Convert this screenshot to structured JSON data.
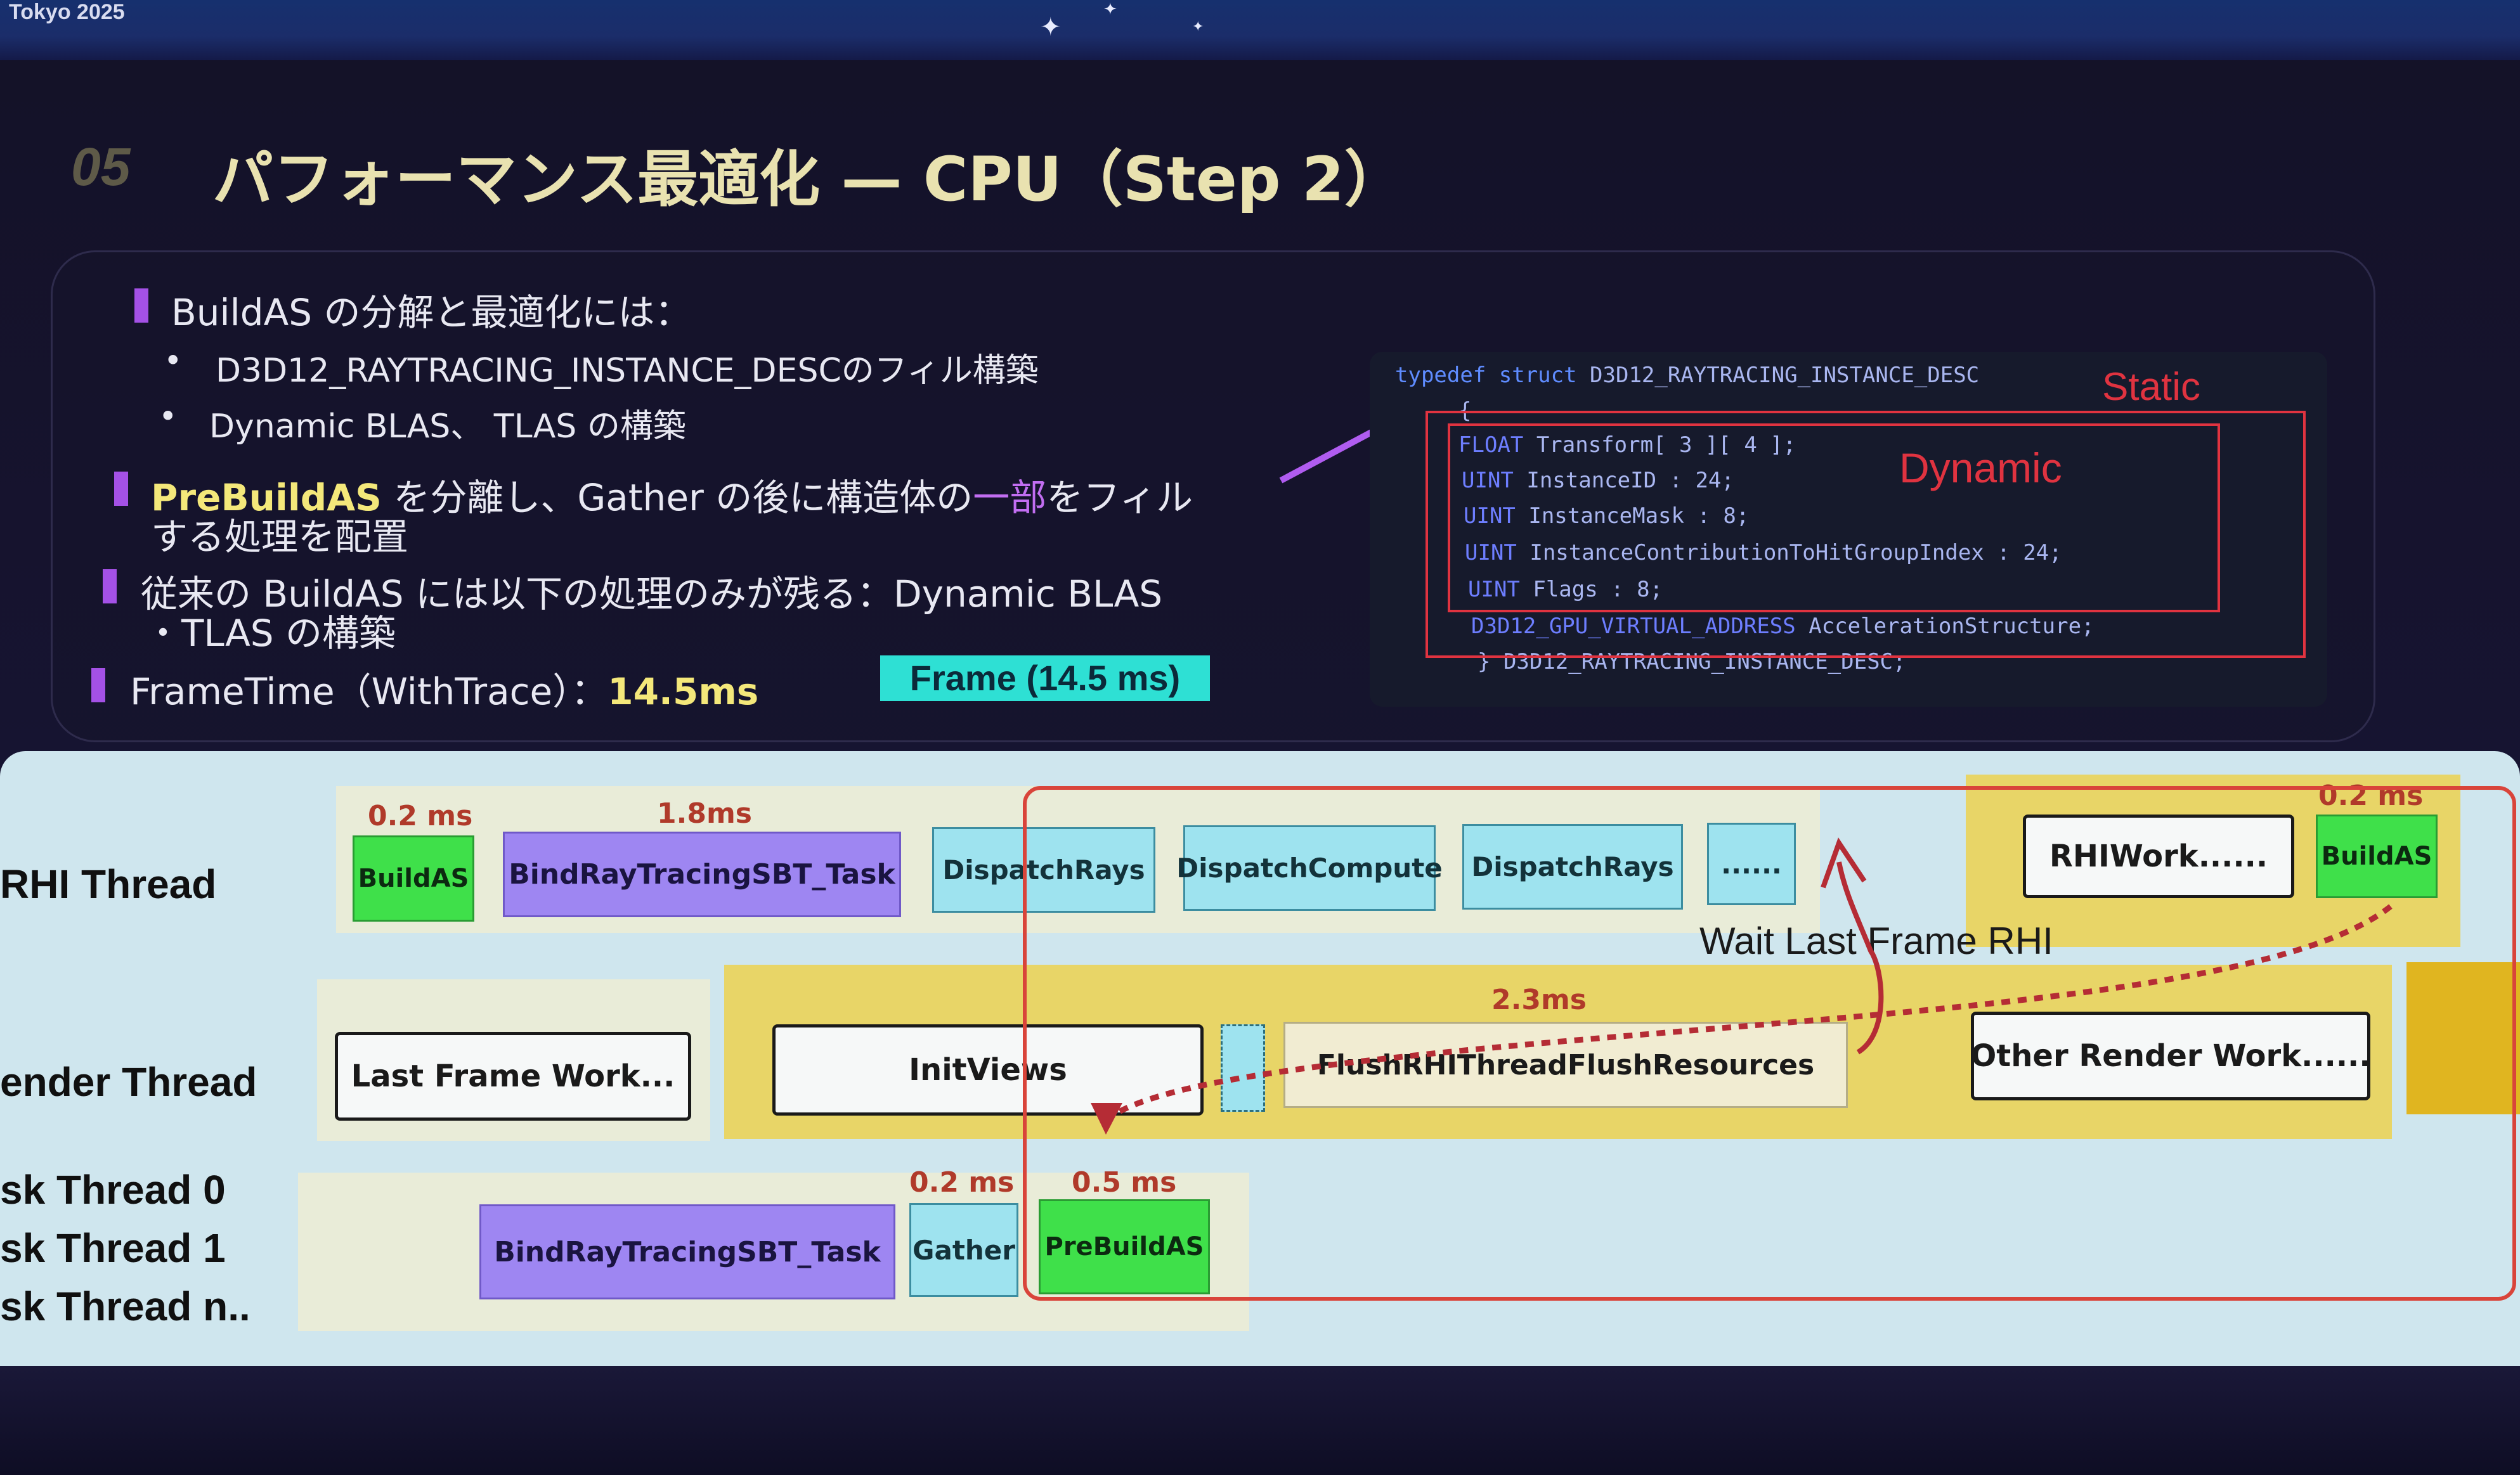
{
  "header": {
    "conference_label": "Tokyo 2025"
  },
  "slide": {
    "number": "05",
    "title": "パフォーマンス最適化 — CPU（Step 2）"
  },
  "bullets": {
    "b1": "BuildAS の分解と最適化には：",
    "b1_sub1": "D3D12_RAYTRACING_INSTANCE_DESCのフィル構築",
    "b1_sub2": "Dynamic BLAS、 TLAS の構築",
    "b2_highlight": "PreBuildAS",
    "b2_text1": " を分離し、Gather の後に構造体の",
    "b2_purple": "一部",
    "b2_text2": "をフィル",
    "b2_line2": "する処理を配置",
    "b3_line1": "従来の BuildAS には以下の処理のみが残る：Dynamic BLAS",
    "b3_line2": "・TLAS の構築",
    "b4_text": "FrameTime（WithTrace）：",
    "b4_value": "14.5ms",
    "frame_badge": "Frame (14.5 ms)"
  },
  "code": {
    "line1_kw": "typedef struct",
    "line1_name": " D3D12_RAYTRACING_INSTANCE_DESC",
    "line2": "{",
    "line3_type": "FLOAT",
    "line3": " Transform[ 3 ][ 4 ];",
    "line4_type": "UINT",
    "line4": " InstanceID : 24;",
    "line5_type": "UINT",
    "line5": " InstanceMask   : 8;",
    "line6_type": "UINT",
    "line6": " InstanceContributionToHitGroupIndex    : 24;",
    "line7_type": "UINT",
    "line7": " Flags  : 8;",
    "line8_type": "D3D12_GPU_VIRTUAL_ADDRESS",
    "line8": " AccelerationStructure;",
    "line9": "}   D3D12_RAYTRACING_INSTANCE_DESC;",
    "static_label": "Static",
    "dynamic_label": "Dynamic"
  },
  "timeline": {
    "lanes": {
      "rhi": "RHI Thread",
      "render": "ender Thread",
      "task0": "sk Thread 0",
      "task1": "sk Thread 1",
      "taskn": "sk Thread n.."
    },
    "rhi_blocks": {
      "buildas_ms": "0.2 ms",
      "buildas": "BuildAS",
      "bind_ms": "1.8ms",
      "bind": "BindRayTracingSBT_Task",
      "dispatch1": "DispatchRays",
      "compute": "DispatchCompute",
      "dispatch2": "DispatchRays",
      "more": "......",
      "rhiwork": "RHIWork......",
      "buildas2_ms": "0.2 ms",
      "buildas2": "BuildAS"
    },
    "render_blocks": {
      "last_frame": "Last Frame Work...",
      "initviews": "InitViews",
      "flush_ms": "2.3ms",
      "flush": "FlushRHIThreadFlushResources",
      "other": "Other Render Work......"
    },
    "task_blocks": {
      "bind": "BindRayTracingSBT_Task",
      "gather_ms": "0.2 ms",
      "gather": "Gather",
      "prebuild_ms": "0.5 ms",
      "prebuild": "PreBuildAS"
    },
    "wait_label": "Wait Last Frame RHI"
  },
  "colors": {
    "accent_bar": "#a451e6",
    "highlight_yellow": "#f4e87a",
    "frame_badge": "#2ee0d4",
    "red_outline": "#d9443a",
    "green_block": "#3fe04a",
    "violet_block": "#9e86f2",
    "cyan_block": "#9ee3ef"
  }
}
